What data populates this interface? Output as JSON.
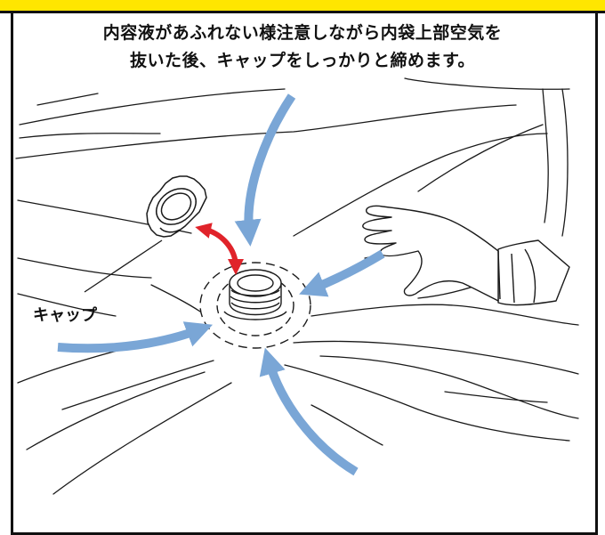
{
  "instruction": {
    "line1": "内容液があふれない様注意しながら内袋上部空気を",
    "line2": "抜いた後、キャップをしっかりと締めます。"
  },
  "labels": {
    "cap": "キャップ"
  },
  "colors": {
    "header_yellow": "#ffe600",
    "arrow_blue": "#7aa6d6",
    "arrow_red": "#e0232a",
    "line": "#1a1a1a"
  }
}
